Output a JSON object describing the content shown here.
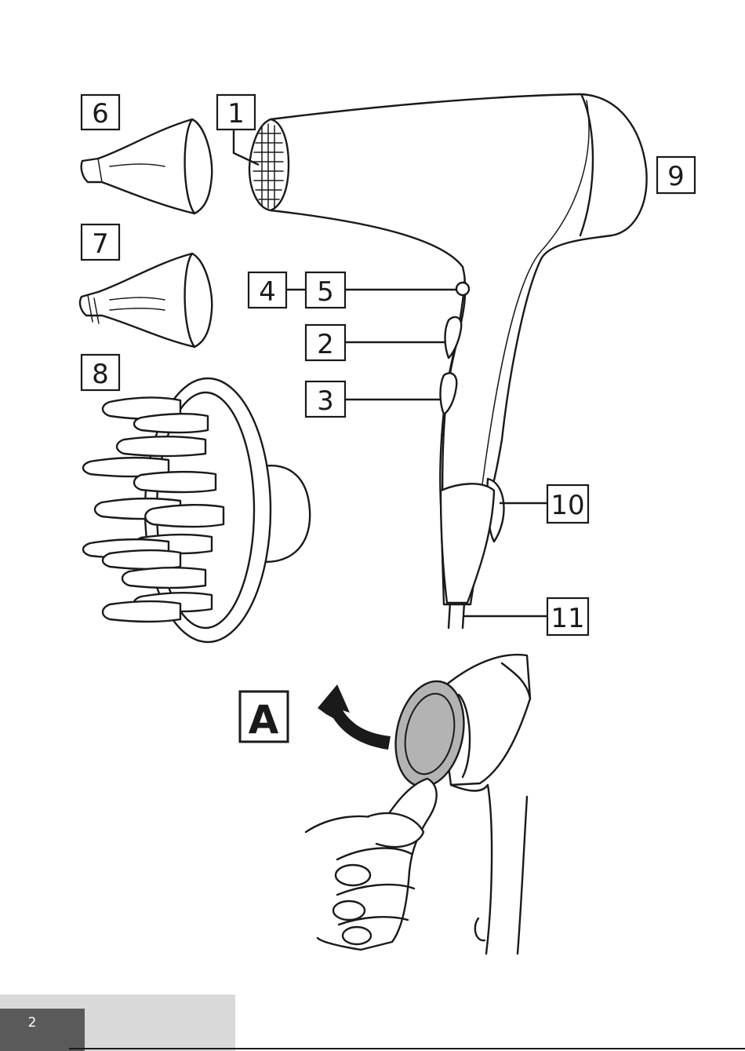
{
  "callouts": {
    "c1": "1",
    "c2": "2",
    "c3": "3",
    "c4": "4",
    "c5": "5",
    "c6": "6",
    "c7": "7",
    "c8": "8",
    "c9": "9",
    "c10": "10",
    "c11": "11",
    "cA": "A"
  },
  "footer": {
    "page_number": "2"
  },
  "colors": {
    "ink": "#1a1a1a",
    "filter_grey": "#b3b3b3",
    "footer_dark": "#5a5a5a",
    "footer_light": "#d9d9d9"
  }
}
